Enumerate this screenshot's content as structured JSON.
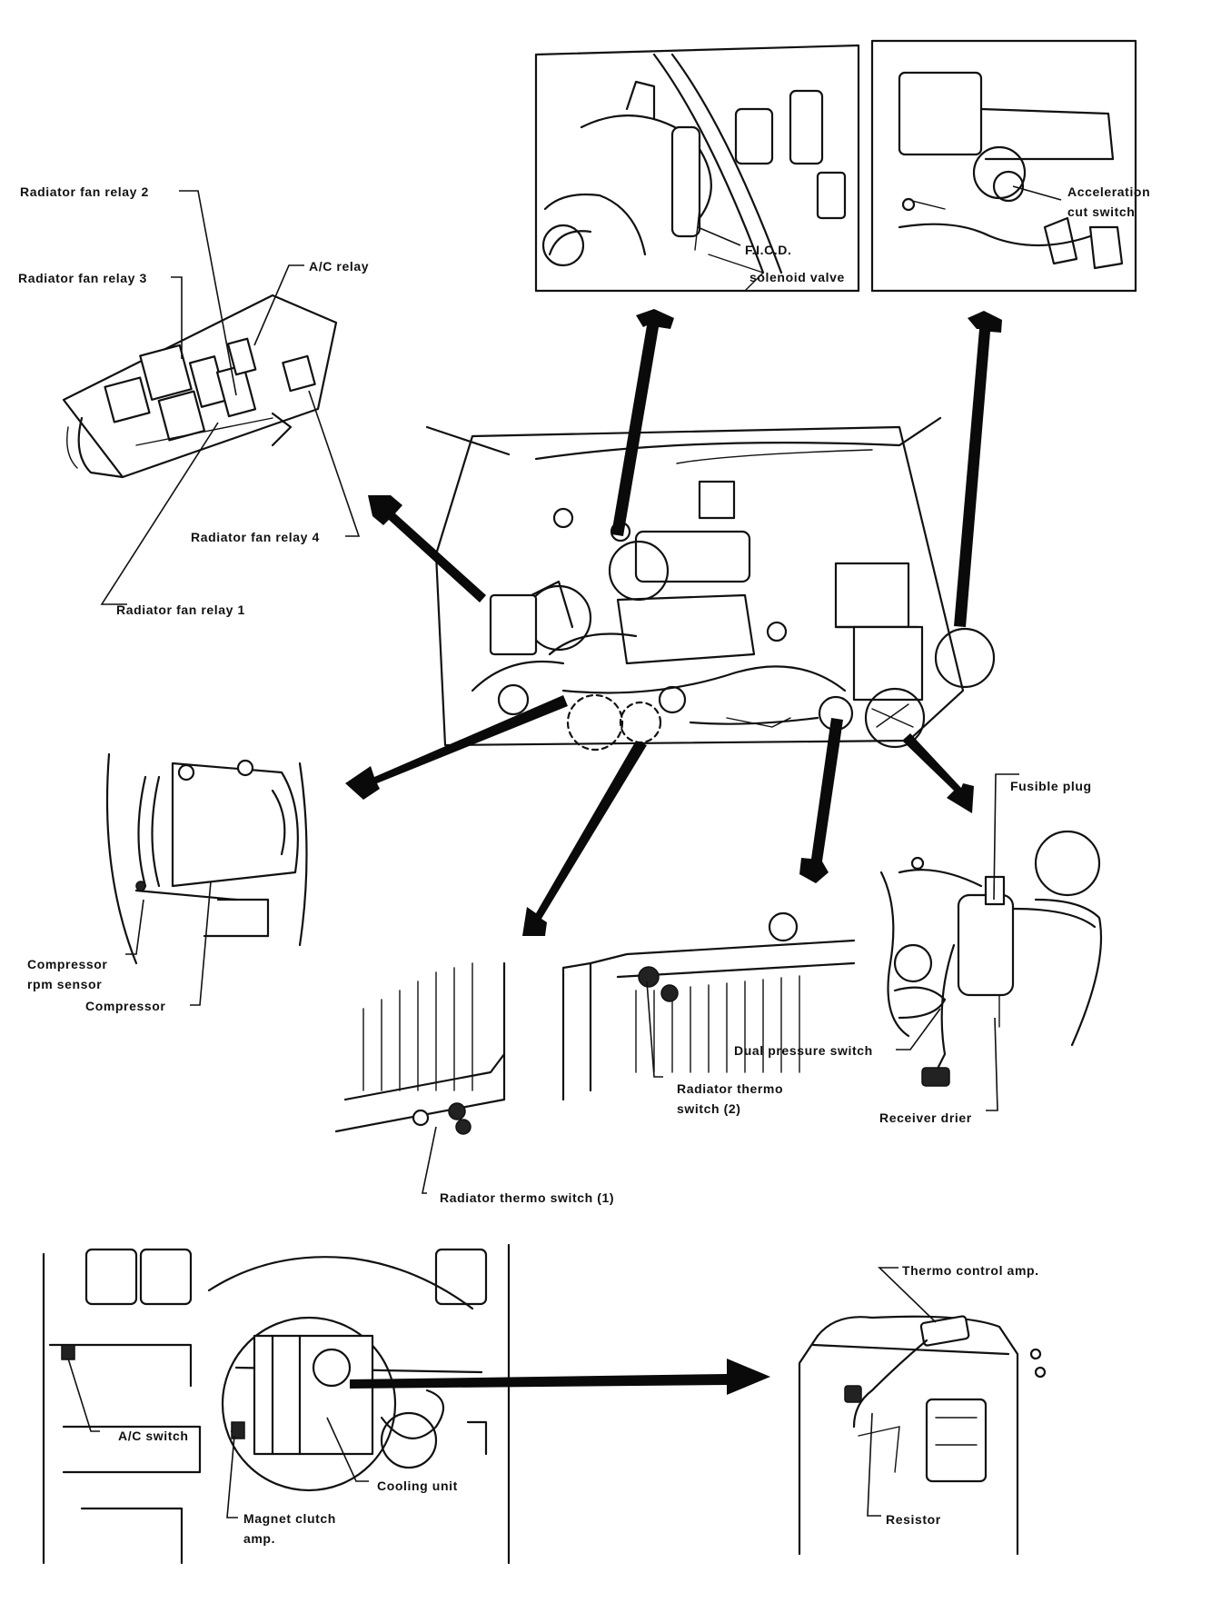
{
  "labels": {
    "radiator_fan_relay_2": "Radiator fan relay 2",
    "radiator_fan_relay_3": "Radiator fan relay 3",
    "ac_relay": "A/C relay",
    "radiator_fan_relay_4": "Radiator fan relay 4",
    "radiator_fan_relay_1": "Radiator fan relay 1",
    "ficd_line1": "F.I.C.D.",
    "ficd_line2": "solenoid valve",
    "accel_line1": "Acceleration",
    "accel_line2": "cut switch",
    "fusible_plug": "Fusible plug",
    "compressor_rpm_line1": "Compressor",
    "compressor_rpm_line2": "rpm sensor",
    "compressor": "Compressor",
    "dual_pressure_switch": "Dual pressure switch",
    "radiator_thermo_2_line1": "Radiator thermo",
    "radiator_thermo_2_line2": "switch (2)",
    "receiver_drier": "Receiver drier",
    "radiator_thermo_1": "Radiator thermo switch (1)",
    "thermo_control_amp": "Thermo control amp.",
    "ac_switch": "A/C switch",
    "cooling_unit": "Cooling unit",
    "magnet_clutch_line1": "Magnet clutch",
    "magnet_clutch_line2": "amp.",
    "resistor": "Resistor"
  }
}
